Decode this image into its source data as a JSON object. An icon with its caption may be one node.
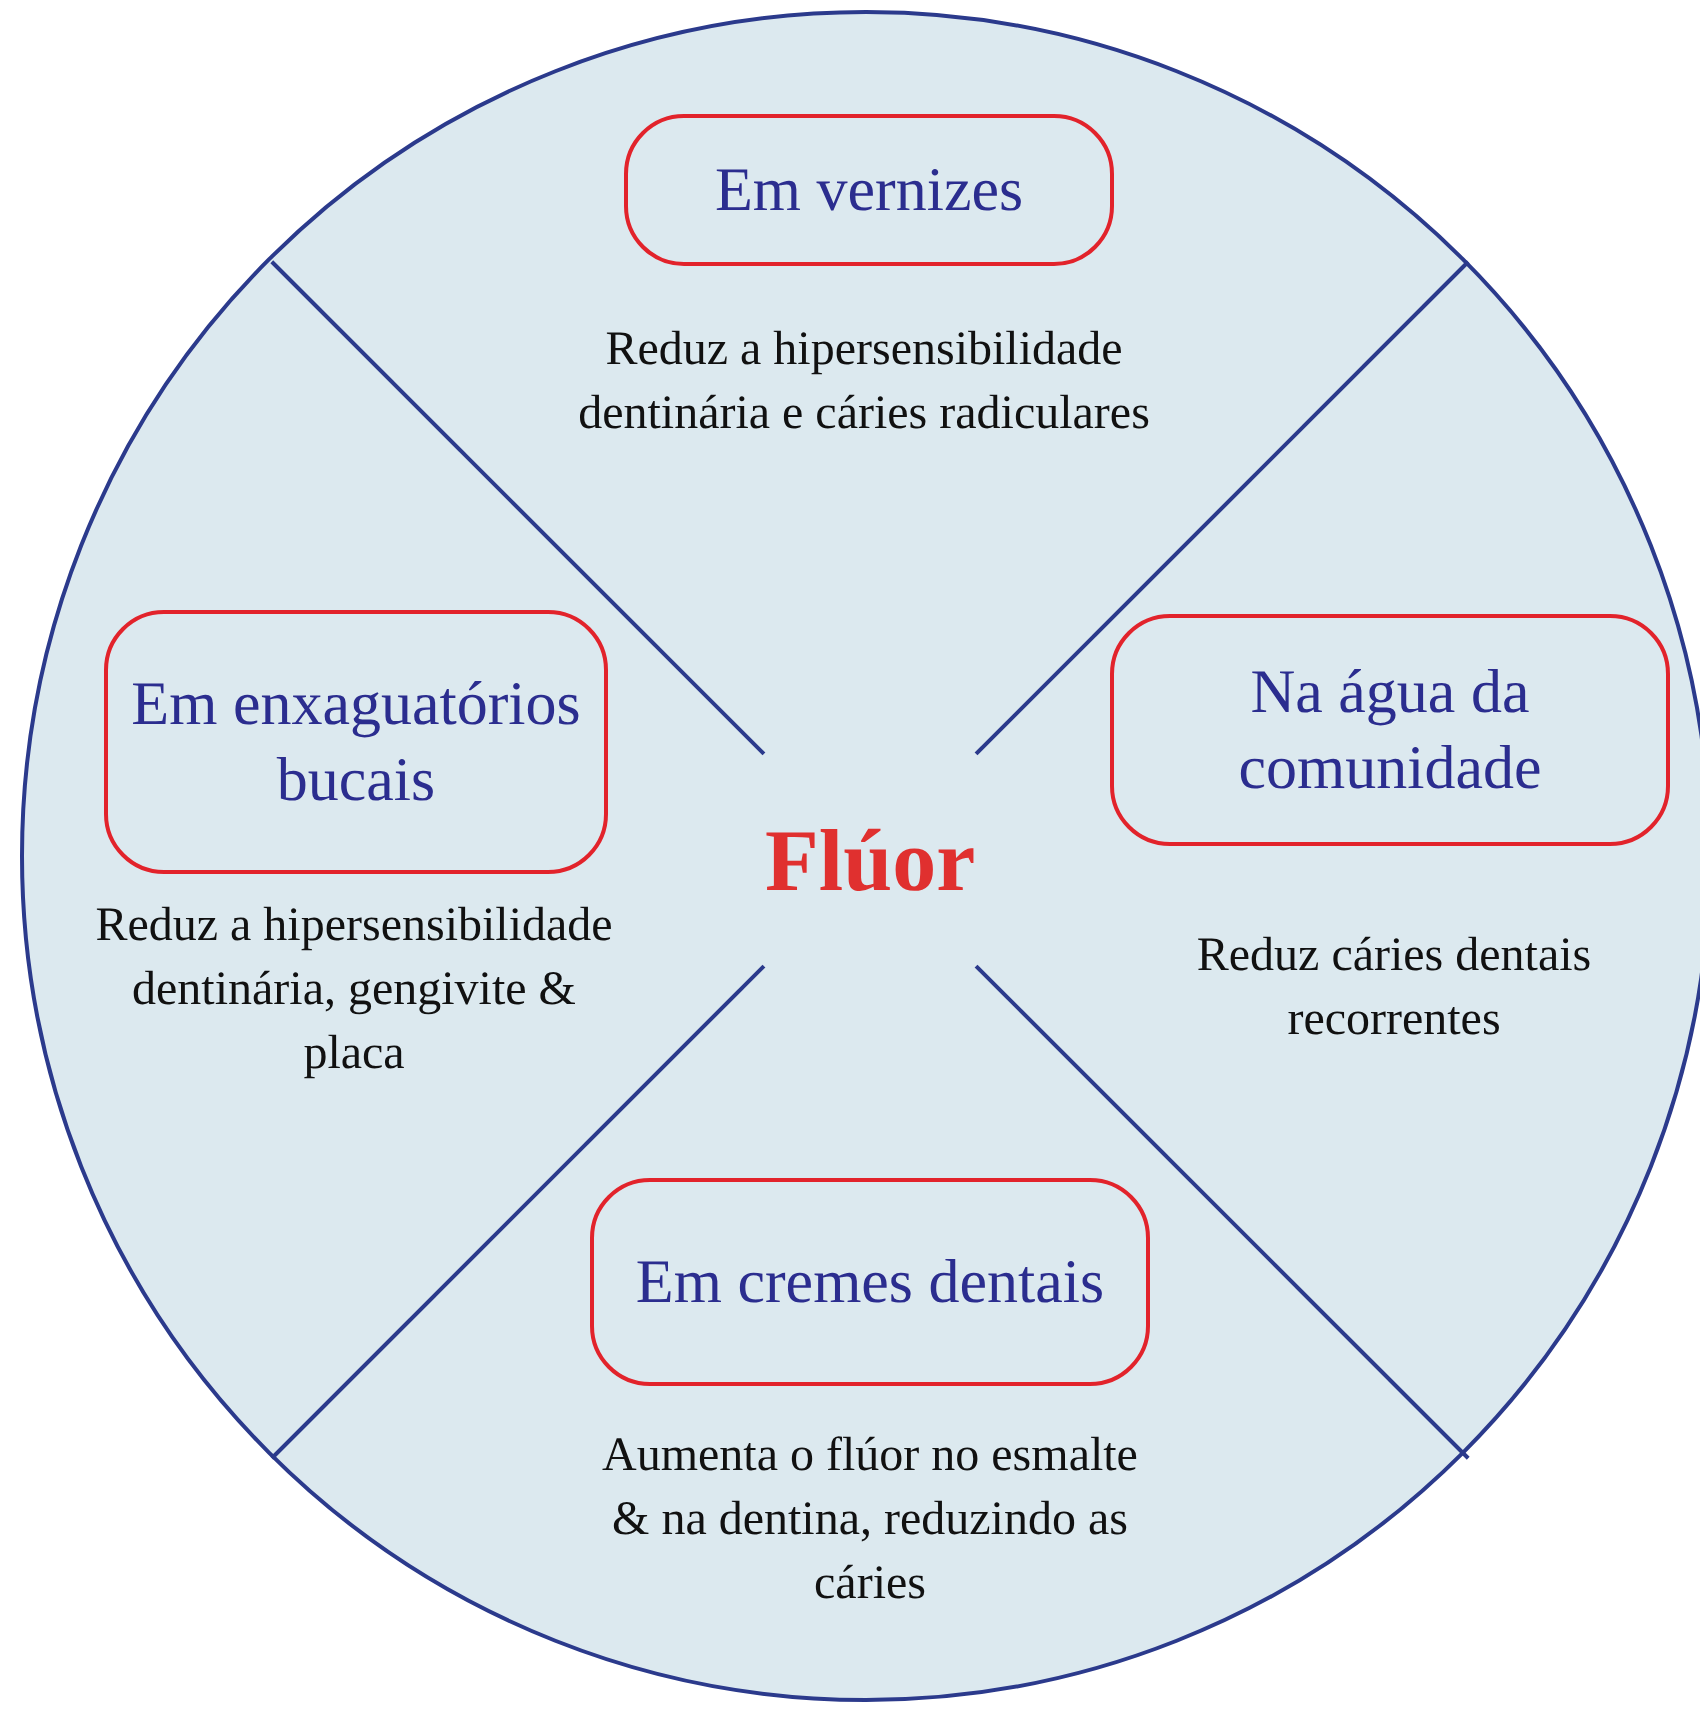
{
  "diagram": {
    "nodes": [
      {
        "text": [
          "Flúor"
        ]
      },
      {
        "text": [
          "Em vernizes"
        ],
        "in": 0,
        "beside": [
          "Reduz a hipersensibilidade dentinária e cáries radiculares"
        ]
      },
      {
        "text": [
          "Em enxaguatórios bucais"
        ],
        "in": 0,
        "beside": [
          "Reduz a hipersensibilidade dentinária, gengivite & placa"
        ]
      },
      {
        "text": [
          "Na água da comunidade"
        ],
        "in": 0,
        "beside": [
          "Reduz cáries dentais recorrentes"
        ]
      },
      {
        "text": [
          "Em cremes dentais"
        ],
        "in": 0,
        "beside": [
          "Aumenta o flúor no esmalte & na dentina, reduzindo as cáries"
        ]
      }
    ],
    "edges": []
  }
}
